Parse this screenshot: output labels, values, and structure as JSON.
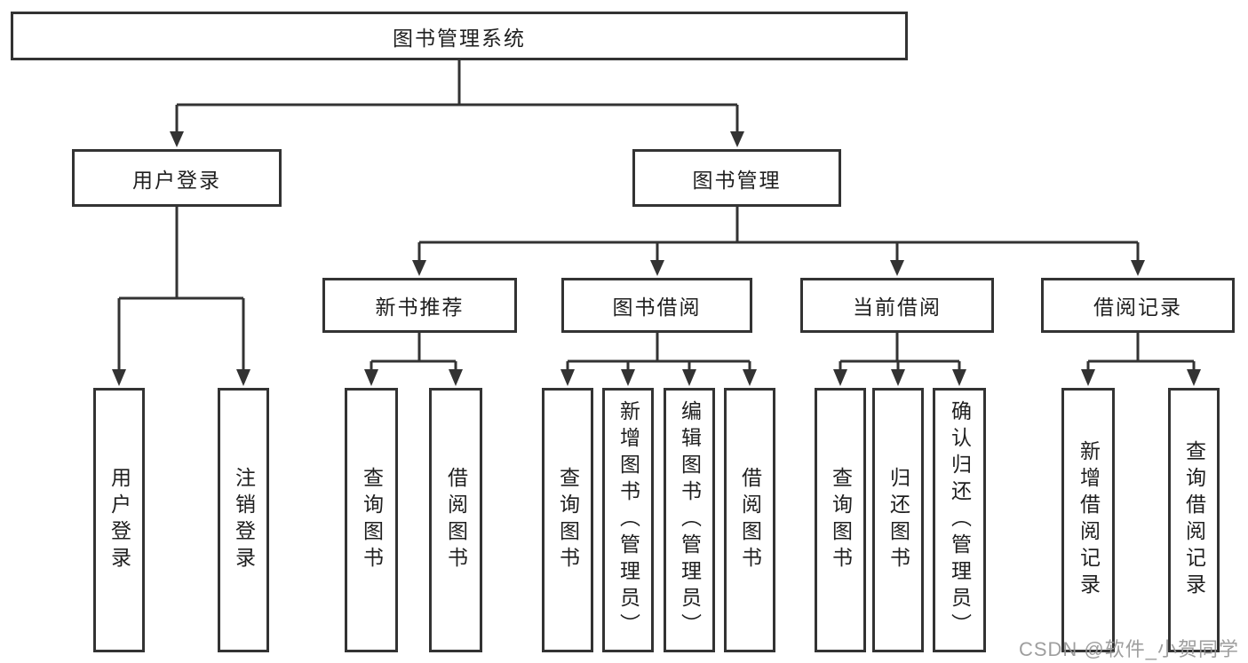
{
  "diagram": {
    "title": "图书管理系统",
    "root": {
      "label": "图书管理系统"
    },
    "level2": [
      {
        "label": "用户登录"
      },
      {
        "label": "图书管理"
      }
    ],
    "level3": [
      {
        "label": "新书推荐"
      },
      {
        "label": "图书借阅"
      },
      {
        "label": "当前借阅"
      },
      {
        "label": "借阅记录"
      }
    ],
    "leaves": {
      "user_login": [
        "用户登录",
        "注销登录"
      ],
      "new_book": [
        "查询图书",
        "借阅图书"
      ],
      "book_borrow": [
        "查询图书",
        "新增图书（管理员）",
        "编辑图书（管理员）",
        "借阅图书"
      ],
      "current_borrow": [
        "查询图书",
        "归还图书",
        "确认归还（管理员）"
      ],
      "borrow_record": [
        "新增借阅记录",
        "查询借阅记录"
      ]
    }
  },
  "watermark": "CSDN @软件_小贺同学",
  "colors": {
    "line": "#333333",
    "box_border": "#333333",
    "text": "#1f1f1f",
    "watermark": "#949494",
    "background": "#ffffff"
  }
}
